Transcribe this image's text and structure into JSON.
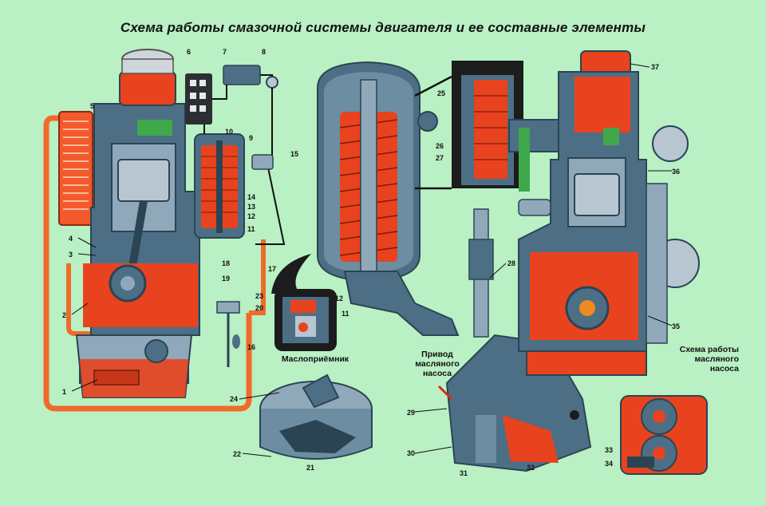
{
  "title": "Схема работы смазочной системы двигателя и ее составные элементы",
  "captions": {
    "oil_receiver": "Маслоприёмник",
    "pump_drive": [
      "Привод",
      "масляного",
      "насоса"
    ],
    "pump_scheme": [
      "Схема работы",
      "масляного",
      "насоса"
    ]
  },
  "callouts": [
    "1",
    "2",
    "3",
    "4",
    "5",
    "6",
    "7",
    "8",
    "9",
    "10",
    "11",
    "12",
    "13",
    "14",
    "15",
    "16",
    "17",
    "18",
    "19",
    "20",
    "21",
    "22",
    "23",
    "24",
    "25",
    "26",
    "27",
    "28",
    "29",
    "30",
    "31",
    "32",
    "33",
    "34",
    "35",
    "36",
    "37",
    "12",
    "11"
  ],
  "colors": {
    "background": "#b9f0c4",
    "oil": "#e8431e",
    "metal": "#4d6f86",
    "metal_light": "#8fa9bb",
    "metal_dark": "#2b4454",
    "oil_line": "#f06a2a",
    "accent_green": "#3fa84a"
  }
}
